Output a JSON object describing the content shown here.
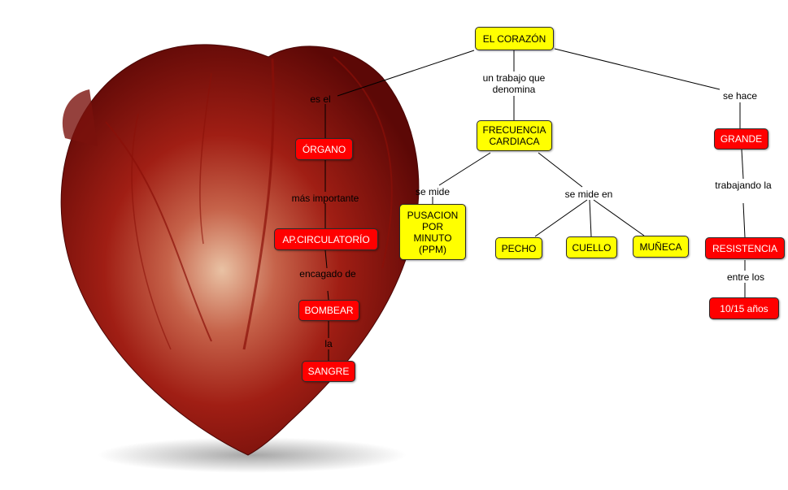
{
  "colors": {
    "concept_yellow": "#ffff00",
    "concept_red": "#ff0000",
    "line": "#000000"
  },
  "image": {
    "subject": "heart-illustration"
  },
  "nodes": {
    "corazon": "EL CORAZÓN",
    "frecuencia": "FRECUENCIA CARDIACA",
    "grande": "GRANDE",
    "organo": "ÓRGANO",
    "circulatorio": "AP.CIRCULATORÍO",
    "bombear": "BOMBEAR",
    "sangre": "SANGRE",
    "ppm": "PUSACION POR MINUTO (PPM)",
    "pecho": "PECHO",
    "cuello": "CUELLO",
    "muneca": "MUÑECA",
    "resistencia": "RESISTENCIA",
    "anos": "10/15 años"
  },
  "links": {
    "es_el": "es el",
    "trabajo": "un trabajo que denomina",
    "se_hace": "se hace",
    "mas_importante": "más importante",
    "encagado": "encagado de",
    "la": "la",
    "se_mide": "se mide",
    "se_mide_en": "se mide en",
    "trabajando": "trabajando la",
    "entre_los": "entre los"
  }
}
